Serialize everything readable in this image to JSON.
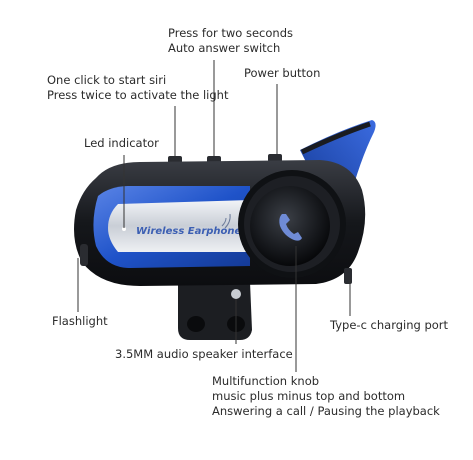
{
  "labels": {
    "two_seconds": [
      "Press for two seconds",
      "Auto answer switch"
    ],
    "siri": [
      "One click to start siri",
      "Press twice to activate the light"
    ],
    "power": [
      "Power button"
    ],
    "led": [
      "Led indicator"
    ],
    "flashlight": [
      "Flashlight"
    ],
    "typec": [
      "Type-c charging port"
    ],
    "audio": [
      "3.5MM audio speaker interface"
    ],
    "knob": [
      "Multifunction knob",
      "music plus minus top and bottom",
      "Answering a call / Pausing the playback"
    ]
  },
  "device": {
    "brand_text": "Wireless Earphone",
    "knob_icon": "phone-icon"
  },
  "colors": {
    "body": "#1a1c21",
    "blue_panel": "#1f53c9",
    "silver": "#d9dde3",
    "text": "#2b2b2b",
    "line": "#333333"
  }
}
